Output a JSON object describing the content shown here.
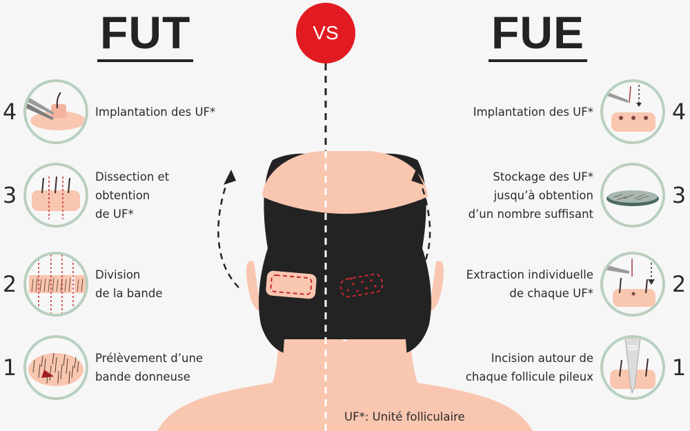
{
  "titles": {
    "left": "FUT",
    "right": "FUE",
    "center_badge": "VS"
  },
  "colors": {
    "background": "#f6f6f6",
    "vs_red": "#e21b22",
    "hair": "#232323",
    "skin": "#f9c6b0",
    "circle_border": "#b9cfbf",
    "incision_red": "#c8282e"
  },
  "fut_steps": [
    {
      "number": "4",
      "label_lines": [
        "Implantation des UF*"
      ],
      "icon": "tweezers-implant-graft-icon"
    },
    {
      "number": "3",
      "label_lines": [
        "Dissection et",
        "obtention",
        "de UF*"
      ],
      "icon": "skin-block-dissection-icon"
    },
    {
      "number": "2",
      "label_lines": [
        "Division",
        "de la bande"
      ],
      "icon": "strip-division-icon"
    },
    {
      "number": "1",
      "label_lines": [
        "Prélèvement d’une",
        "bande donneuse"
      ],
      "icon": "donor-strip-removal-icon"
    }
  ],
  "fue_steps": [
    {
      "number": "4",
      "label_lines": [
        "Implantation des UF*"
      ],
      "icon": "tweezers-implant-holes-icon"
    },
    {
      "number": "3",
      "label_lines": [
        "Stockage des UF*",
        "jusqu’à obtention",
        "d’un nombre suffisant"
      ],
      "icon": "petri-dish-storage-icon"
    },
    {
      "number": "2",
      "label_lines": [
        "Extraction individuelle",
        "de chaque UF*"
      ],
      "icon": "tweezers-extraction-icon"
    },
    {
      "number": "1",
      "label_lines": [
        "Incision autour de",
        "chaque follicule pileux"
      ],
      "icon": "punch-incision-icon"
    }
  ],
  "footnote": "UF*: Unité folliculaire"
}
